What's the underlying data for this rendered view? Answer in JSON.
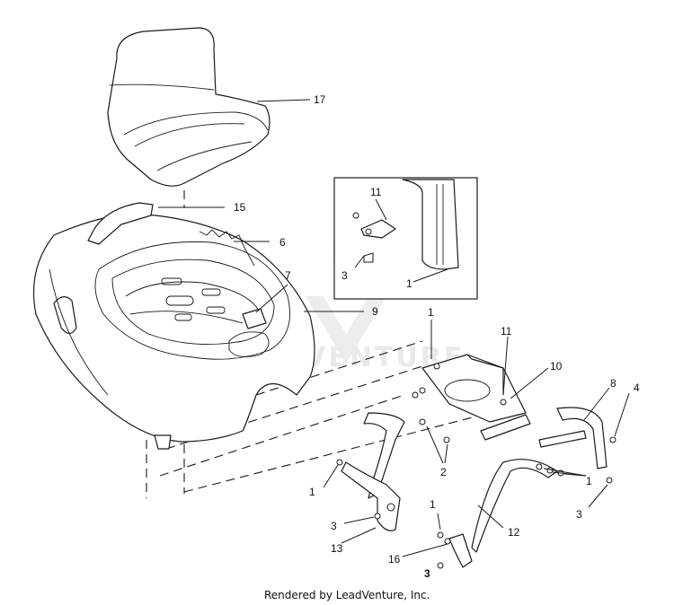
{
  "watermark": {
    "text": "ADVENTURE"
  },
  "footer": {
    "credit": "Rendered by LeadVenture, Inc."
  },
  "callouts": {
    "c17": "17",
    "c15": "15",
    "c6": "6",
    "c7": "7",
    "c9": "9",
    "c11_inset": "11",
    "c3_inset": "3",
    "c1_inset": "1",
    "c1_top": "1",
    "c11": "11",
    "c10": "10",
    "c8": "8",
    "c4": "4",
    "c2": "2",
    "c1_right": "1",
    "c3_right": "3",
    "c1_left": "1",
    "c3_left": "3",
    "c13": "13",
    "c12": "12",
    "c1_bottom": "1",
    "c16": "16",
    "c3_bottom": "3"
  }
}
